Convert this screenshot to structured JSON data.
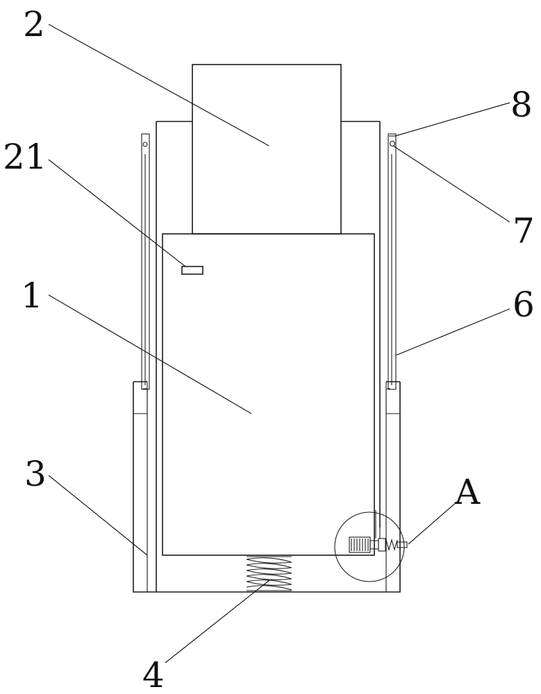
{
  "figure": {
    "labels": {
      "housing_body": "1",
      "top_cover": "2",
      "slot_marker": "21",
      "outer_sleeve": "3",
      "bottom_spring": "4",
      "side_rail": "6",
      "pivot_pin": "7",
      "rail_cap": "8",
      "detail_a": "A"
    },
    "colors": {
      "line": "#1a1a1a",
      "background": "#ffffff"
    }
  }
}
